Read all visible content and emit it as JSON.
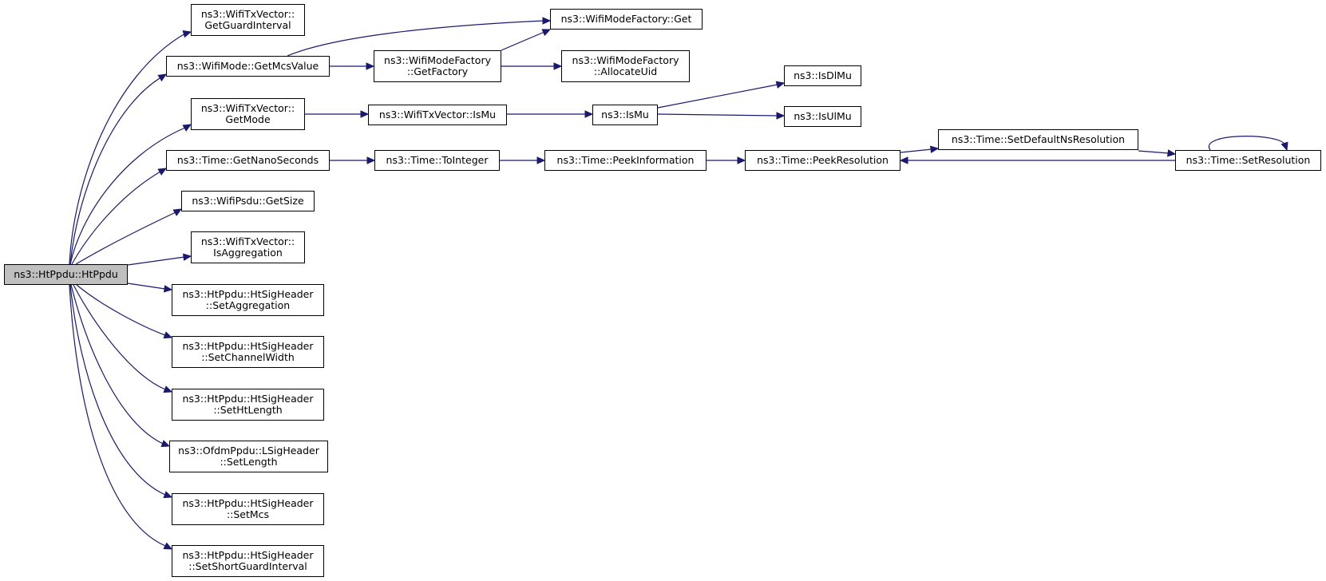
{
  "colors": {
    "edge": "#191970",
    "root_fill": "#bfbfbf",
    "node_fill": "#ffffff",
    "border": "#000000"
  },
  "nodes": {
    "htppdu": "ns3::HtPpdu::HtPpdu",
    "get_guard_interval": "ns3::WifiTxVector::\nGetGuardInterval",
    "get_mcs_value": "ns3::WifiMode::GetMcsValue",
    "get_mode": "ns3::WifiTxVector::\nGetMode",
    "get_nano_seconds": "ns3::Time::GetNanoSeconds",
    "get_size": "ns3::WifiPsdu::GetSize",
    "is_aggregation": "ns3::WifiTxVector::\nIsAggregation",
    "set_aggregation": "ns3::HtPpdu::HtSigHeader\n::SetAggregation",
    "set_channel_width": "ns3::HtPpdu::HtSigHeader\n::SetChannelWidth",
    "set_ht_length": "ns3::HtPpdu::HtSigHeader\n::SetHtLength",
    "set_length": "ns3::OfdmPpdu::LSigHeader\n::SetLength",
    "set_mcs": "ns3::HtPpdu::HtSigHeader\n::SetMcs",
    "set_short_guard_interval": "ns3::HtPpdu::HtSigHeader\n::SetShortGuardInterval",
    "wifi_mode_factory_get": "ns3::WifiModeFactory::Get",
    "get_factory": "ns3::WifiModeFactory\n::GetFactory",
    "allocate_uid": "ns3::WifiModeFactory\n::AllocateUid",
    "wifi_tx_vector_is_mu": "ns3::WifiTxVector::IsMu",
    "is_mu": "ns3::IsMu",
    "is_dl_mu": "ns3::IsDlMu",
    "is_ul_mu": "ns3::IsUlMu",
    "to_integer": "ns3::Time::ToInteger",
    "peek_information": "ns3::Time::PeekInformation",
    "peek_resolution": "ns3::Time::PeekResolution",
    "set_default_ns_resolution": "ns3::Time::SetDefaultNsResolution",
    "set_resolution": "ns3::Time::SetResolution"
  },
  "edges": [
    [
      "htppdu",
      "get_guard_interval"
    ],
    [
      "htppdu",
      "get_mcs_value"
    ],
    [
      "htppdu",
      "get_mode"
    ],
    [
      "htppdu",
      "get_nano_seconds"
    ],
    [
      "htppdu",
      "get_size"
    ],
    [
      "htppdu",
      "is_aggregation"
    ],
    [
      "htppdu",
      "set_aggregation"
    ],
    [
      "htppdu",
      "set_channel_width"
    ],
    [
      "htppdu",
      "set_ht_length"
    ],
    [
      "htppdu",
      "set_length"
    ],
    [
      "htppdu",
      "set_mcs"
    ],
    [
      "htppdu",
      "set_short_guard_interval"
    ],
    [
      "get_mcs_value",
      "wifi_mode_factory_get"
    ],
    [
      "get_mcs_value",
      "get_factory"
    ],
    [
      "get_factory",
      "wifi_mode_factory_get"
    ],
    [
      "get_factory",
      "allocate_uid"
    ],
    [
      "get_mode",
      "wifi_tx_vector_is_mu"
    ],
    [
      "wifi_tx_vector_is_mu",
      "is_mu"
    ],
    [
      "is_mu",
      "is_dl_mu"
    ],
    [
      "is_mu",
      "is_ul_mu"
    ],
    [
      "get_nano_seconds",
      "to_integer"
    ],
    [
      "to_integer",
      "peek_information"
    ],
    [
      "peek_information",
      "peek_resolution"
    ],
    [
      "peek_resolution",
      "set_default_ns_resolution"
    ],
    [
      "set_default_ns_resolution",
      "set_resolution"
    ],
    [
      "set_resolution",
      "peek_resolution"
    ],
    [
      "set_resolution",
      "set_resolution"
    ]
  ]
}
